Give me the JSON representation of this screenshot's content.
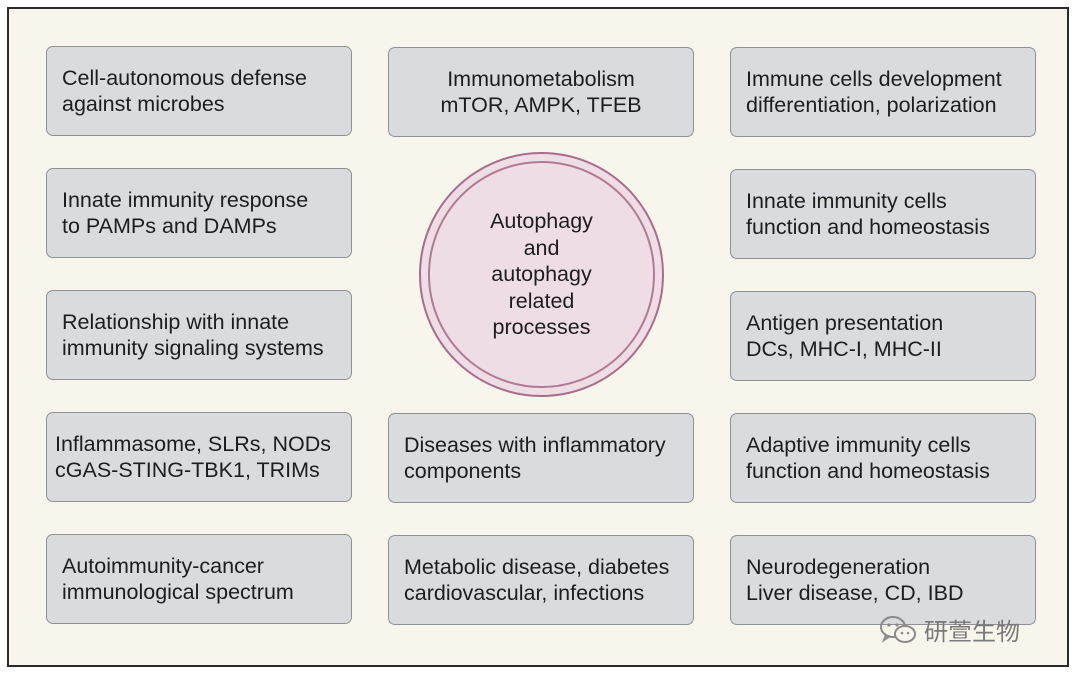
{
  "center": {
    "lines": [
      "Autophagy",
      "and",
      "autophagy",
      "related",
      "processes"
    ]
  },
  "boxes": {
    "cell_autonomous": [
      "Cell-autonomous defense",
      "against microbes"
    ],
    "immunometabolism": [
      "Immunometabolism",
      "mTOR, AMPK, TFEB"
    ],
    "immune_dev": [
      "Immune cells development",
      "differentiation, polarization"
    ],
    "innate_response": [
      "Innate immunity response",
      "to PAMPs and DAMPs"
    ],
    "innate_cells": [
      "Innate immunity cells",
      "function and homeostasis"
    ],
    "innate_signaling": [
      "Relationship with innate",
      "immunity signaling systems"
    ],
    "antigen": [
      "Antigen presentation",
      "DCs, MHC-I, MHC-II"
    ],
    "inflammasome": [
      "Inflammasome, SLRs, NODs",
      "cGAS-STING-TBK1, TRIMs"
    ],
    "diseases_inflam": [
      "Diseases with inflammatory",
      "components"
    ],
    "adaptive_cells": [
      "Adaptive immunity cells",
      "function and homeostasis"
    ],
    "autoimmunity": [
      "Autoimmunity-cancer",
      "immunological spectrum"
    ],
    "metabolic": [
      "Metabolic disease, diabetes",
      "cardiovascular, infections"
    ],
    "neuro": [
      "Neurodegeneration",
      "Liver disease, CD, IBD"
    ]
  },
  "watermark": {
    "text": "研萱生物",
    "icon": "wechat-icon"
  }
}
